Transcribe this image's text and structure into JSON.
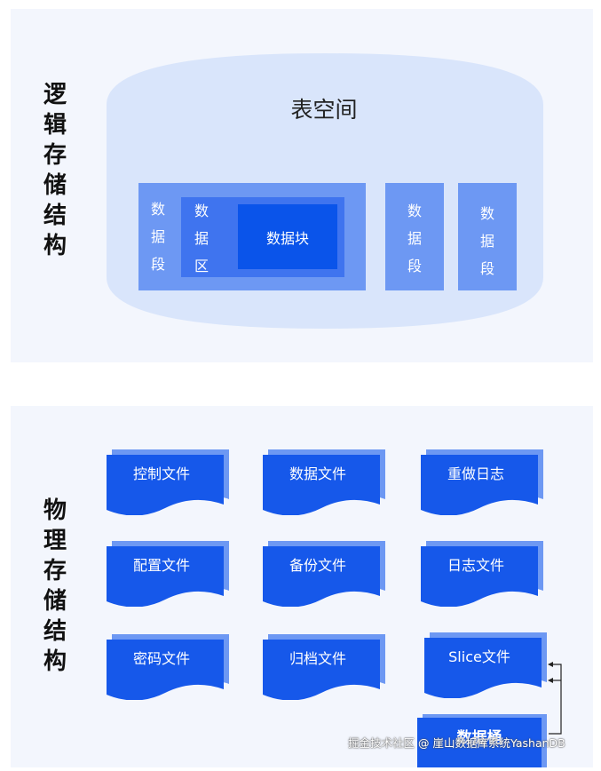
{
  "logical": {
    "title_chars": [
      "逻",
      "辑",
      "存",
      "储",
      "结",
      "构"
    ],
    "tablespace_label": "表空间",
    "segment_chars": [
      "数",
      "据",
      "段"
    ],
    "extent_chars": [
      "数",
      "据",
      "区"
    ],
    "block_label": "数据块"
  },
  "physical": {
    "title_chars": [
      "物",
      "理",
      "存",
      "储",
      "结",
      "构"
    ],
    "files": [
      "控制文件",
      "数据文件",
      "重做日志",
      "配置文件",
      "备份文件",
      "日志文件",
      "密码文件",
      "归档文件",
      "Slice文件"
    ],
    "bucket_label": "数据桶"
  },
  "colors": {
    "panel_bg": "#f3f6fd",
    "cylinder_fill": "#d9e5fb",
    "segment": "#6d98f3",
    "extent": "#3f74ef",
    "block": "#0a54ea",
    "file": "#1658ea"
  },
  "watermark": "掘金技术社区 @ 崖山数据库系统YashanDB"
}
